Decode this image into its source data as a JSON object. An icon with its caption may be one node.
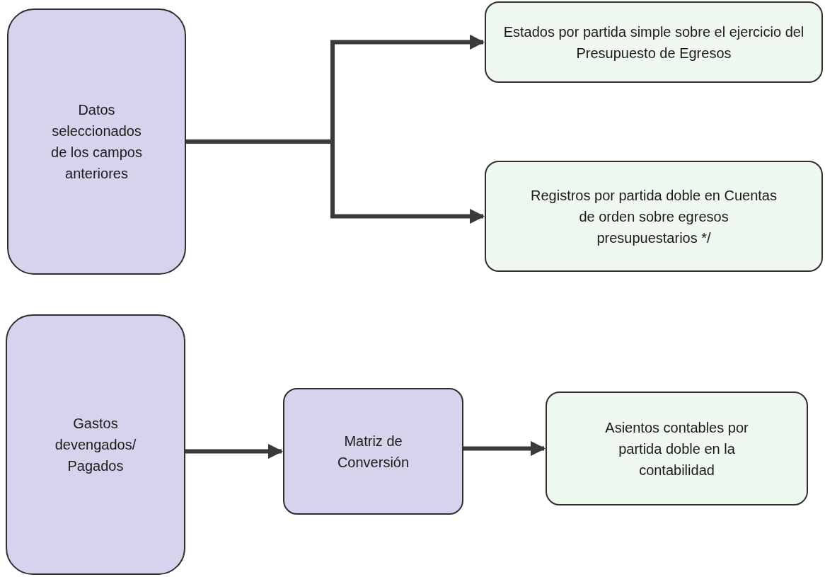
{
  "diagram": {
    "nodes": [
      {
        "text": [
          "Datos seleccionados de los campos anteriores"
        ]
      },
      {
        "text": [
          "Estados por partida simple sobre el ejercicio del Presupuesto de Egresos"
        ]
      },
      {
        "text": [
          "Registros por partida doble en Cuentas de orden sobre egresos presupuestarios */"
        ]
      },
      {
        "text": [
          "Gastos devengados/ Pagados"
        ]
      },
      {
        "text": [
          "Matriz de Conversión"
        ]
      },
      {
        "text": [
          "Asientos contables por partida doble en la contabilidad"
        ]
      }
    ],
    "edges": [
      {
        "from": 0,
        "to": 1,
        "arrow": "to"
      },
      {
        "from": 0,
        "to": 2,
        "arrow": "to"
      },
      {
        "from": 3,
        "to": 4,
        "arrow": "to"
      },
      {
        "from": 4,
        "to": 5,
        "arrow": "to"
      }
    ]
  }
}
